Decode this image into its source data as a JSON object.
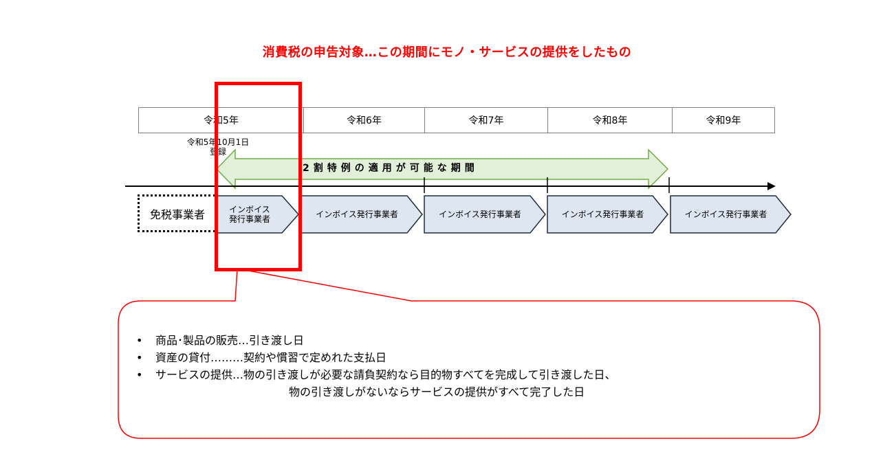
{
  "title": "消費税の申告対象…この期間にモノ・サービスの提供をしたもの",
  "years": [
    "令和5年",
    "令和6年",
    "令和7年",
    "令和8年",
    "令和9年"
  ],
  "registration": {
    "date": "令和5年10月1日",
    "label": "登録"
  },
  "special_period_label": "2割特例の適用が可能な期間",
  "exempt_business": "免税事業者",
  "invoice_first": [
    "インボイス",
    "発行事業者"
  ],
  "invoice_business": "インボイス発行事業者",
  "callout": {
    "items": [
      "商品･製品の販売…引き渡し日",
      "資産の貸付………契約や慣習で定めれた支払日",
      "サービスの提供…物の引き渡しが必要な請負契約なら目的物すべてを完成して引き渡した日、"
    ],
    "continuation": "物の引き渡しがないならサービスの提供がすべて完了した日"
  },
  "colors": {
    "red": "#ff0000",
    "arrow_fill": "#e2efd9",
    "arrow_stroke": "#70ad47",
    "pentagon_fill": "#dde6f1",
    "pentagon_stroke": "#1f2d3d"
  }
}
